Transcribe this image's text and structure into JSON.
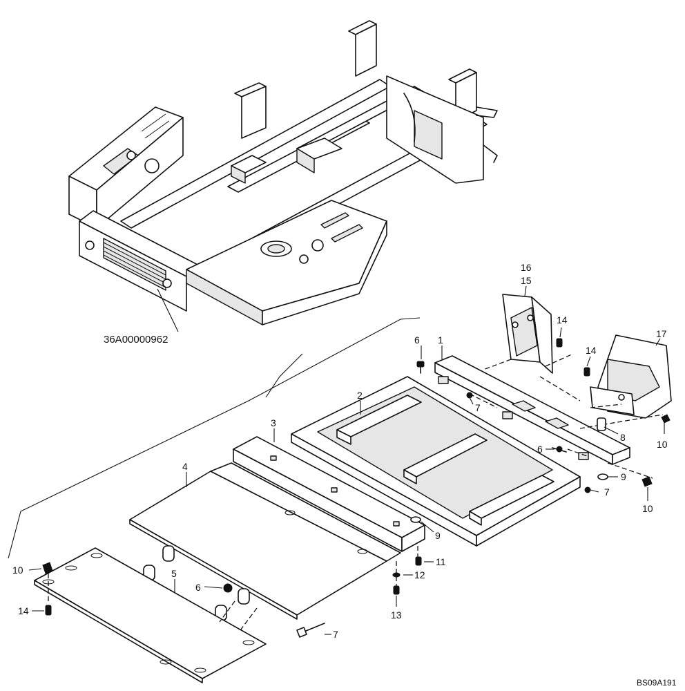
{
  "drawing": {
    "assembly_reference": "36A00000962",
    "drawing_code": "BS09A191",
    "callouts": {
      "c1": "1",
      "c2": "2",
      "c3": "3",
      "c4": "4",
      "c5": "5",
      "c6a": "6",
      "c6b": "6",
      "c6c": "6",
      "c7a": "7",
      "c7b": "7",
      "c7c": "7",
      "c8": "8",
      "c9a": "9",
      "c9b": "9",
      "c10a": "10",
      "c10b": "10",
      "c10c": "10",
      "c11": "11",
      "c12": "12",
      "c13": "13",
      "c14a": "14",
      "c14b": "14",
      "c14c": "14",
      "c15": "15",
      "c16": "16",
      "c17": "17"
    }
  }
}
